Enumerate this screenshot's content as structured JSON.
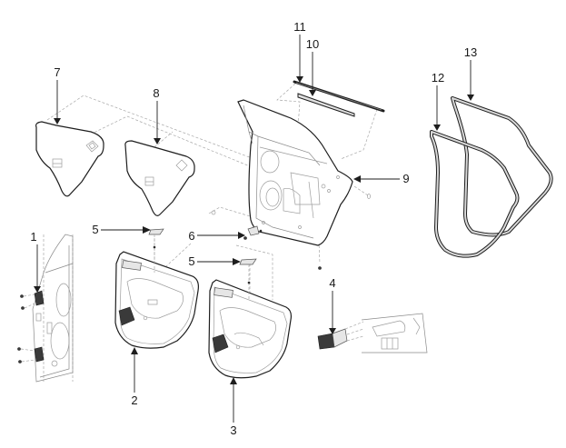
{
  "diagram": {
    "type": "exploded-parts-view",
    "subject": "rear-door-assembly",
    "callouts": [
      {
        "id": "callout-1",
        "label": "1",
        "part": "door-hinge"
      },
      {
        "id": "callout-2",
        "label": "2",
        "part": "rear-door-trim-panel-a"
      },
      {
        "id": "callout-3",
        "label": "3",
        "part": "rear-door-trim-panel-b"
      },
      {
        "id": "callout-4",
        "label": "4",
        "part": "power-window-switch"
      },
      {
        "id": "callout-5a",
        "label": "5",
        "part": "trim-clip-a"
      },
      {
        "id": "callout-5b",
        "label": "5",
        "part": "trim-clip-b"
      },
      {
        "id": "callout-6",
        "label": "6",
        "part": "fastener"
      },
      {
        "id": "callout-7",
        "label": "7",
        "part": "sealing-cover-a"
      },
      {
        "id": "callout-8",
        "label": "8",
        "part": "sealing-cover-b"
      },
      {
        "id": "callout-9",
        "label": "9",
        "part": "rear-door-panel"
      },
      {
        "id": "callout-10",
        "label": "10",
        "part": "inner-belt-weatherstrip"
      },
      {
        "id": "callout-11",
        "label": "11",
        "part": "outer-belt-weatherstrip"
      },
      {
        "id": "callout-12",
        "label": "12",
        "part": "door-side-weatherstrip"
      },
      {
        "id": "callout-13",
        "label": "13",
        "part": "body-side-weatherstrip"
      }
    ]
  }
}
